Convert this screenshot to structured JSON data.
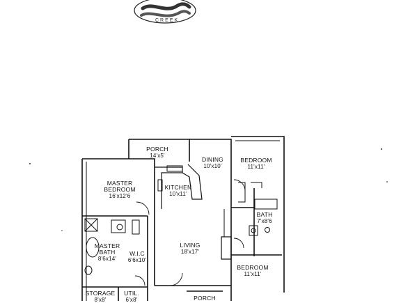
{
  "logo": {
    "text": "CREEK"
  },
  "rooms": [
    {
      "name": "PORCH",
      "dims": "14'x5'"
    },
    {
      "name": "DINING",
      "dims": "10'x10'"
    },
    {
      "name": "BEDROOM",
      "dims": "11'x11'"
    },
    {
      "name": "MASTER BEDROOM",
      "dims": "16'x12'6"
    },
    {
      "name": "KITCHEN",
      "dims": "10'x11'"
    },
    {
      "name": "BATH",
      "dims": "7'x8'6"
    },
    {
      "name": "MASTER BATH",
      "dims": "8'6x14'"
    },
    {
      "name": "W.I.C",
      "dims": "6'6x10'"
    },
    {
      "name": "LIVING",
      "dims": "18'x17'"
    },
    {
      "name": "BEDROOM",
      "dims": "11'x11'"
    },
    {
      "name": "STORAGE",
      "dims": "8'x8'"
    },
    {
      "name": "UTIL.",
      "dims": "6'x8'"
    },
    {
      "name": "PORCH",
      "dims": ""
    }
  ]
}
